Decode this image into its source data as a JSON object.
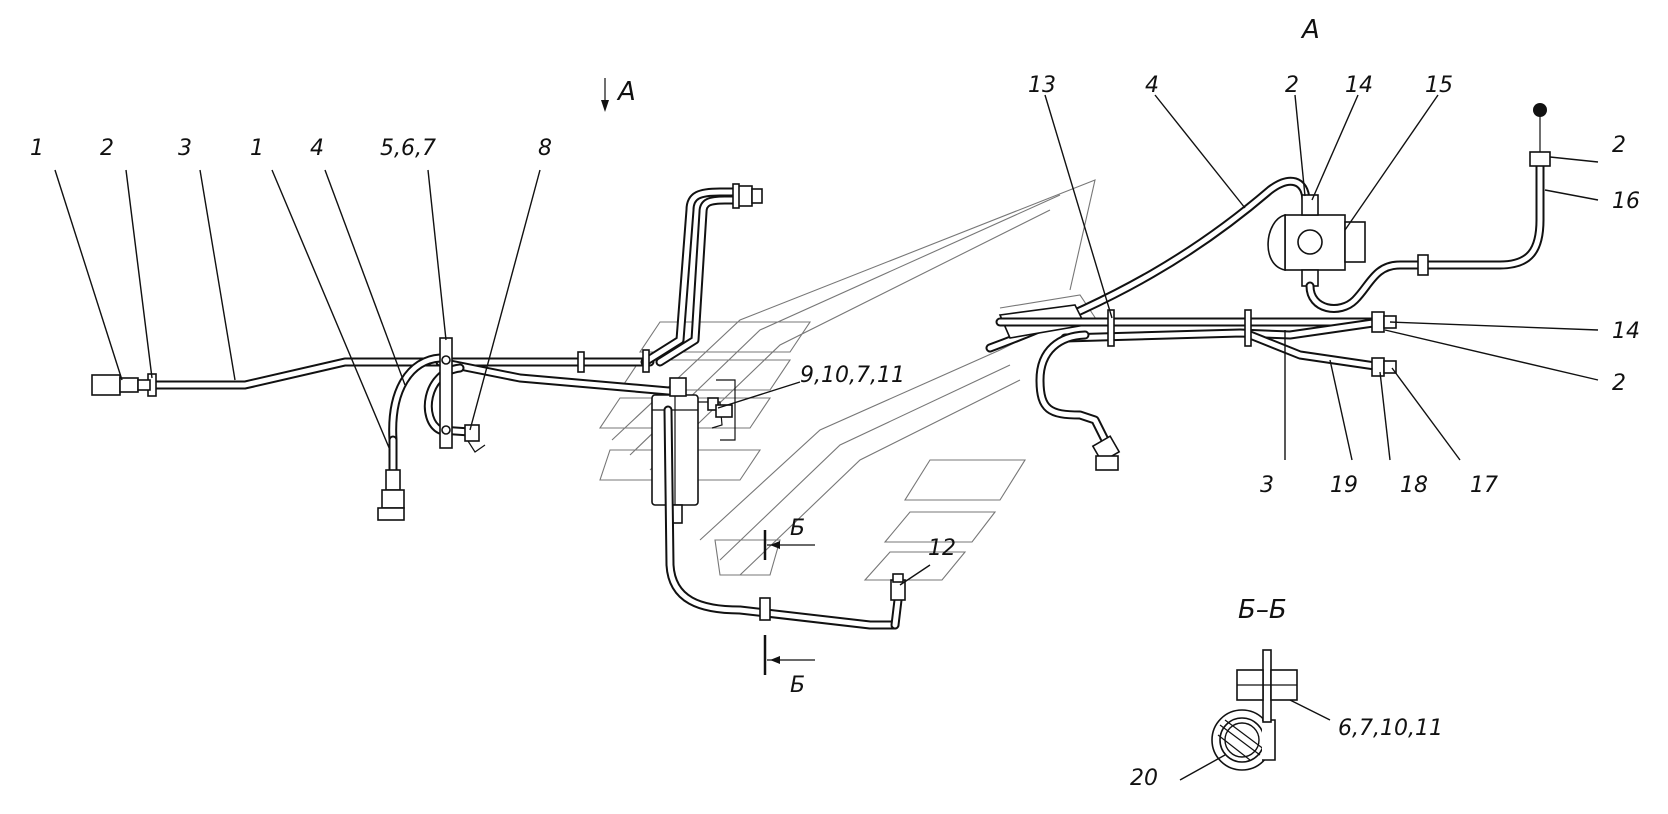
{
  "view_label_top": "А",
  "view_label_main": "А",
  "section_title": "Б–Б",
  "section_marks": [
    "Б",
    "Б"
  ],
  "callouts": [
    {
      "id": "c-1a",
      "text": "1"
    },
    {
      "id": "c-2a",
      "text": "2"
    },
    {
      "id": "c-3a",
      "text": "3"
    },
    {
      "id": "c-1b",
      "text": "1"
    },
    {
      "id": "c-4a",
      "text": "4"
    },
    {
      "id": "c-567",
      "text": "5,6,7"
    },
    {
      "id": "c-8",
      "text": "8"
    },
    {
      "id": "c-9-10-7-11",
      "text": "9,10,7,11"
    },
    {
      "id": "c-12",
      "text": "12"
    },
    {
      "id": "c-13",
      "text": "13"
    },
    {
      "id": "c-4b",
      "text": "4"
    },
    {
      "id": "c-2b",
      "text": "2"
    },
    {
      "id": "c-14a",
      "text": "14"
    },
    {
      "id": "c-15",
      "text": "15"
    },
    {
      "id": "c-2c",
      "text": "2"
    },
    {
      "id": "c-16",
      "text": "16"
    },
    {
      "id": "c-14b",
      "text": "14"
    },
    {
      "id": "c-2d",
      "text": "2"
    },
    {
      "id": "c-3b",
      "text": "3"
    },
    {
      "id": "c-19",
      "text": "19"
    },
    {
      "id": "c-18",
      "text": "18"
    },
    {
      "id": "c-17",
      "text": "17"
    },
    {
      "id": "c-6-7-10-11",
      "text": "6,7,10,11"
    },
    {
      "id": "c-20",
      "text": "20"
    }
  ]
}
